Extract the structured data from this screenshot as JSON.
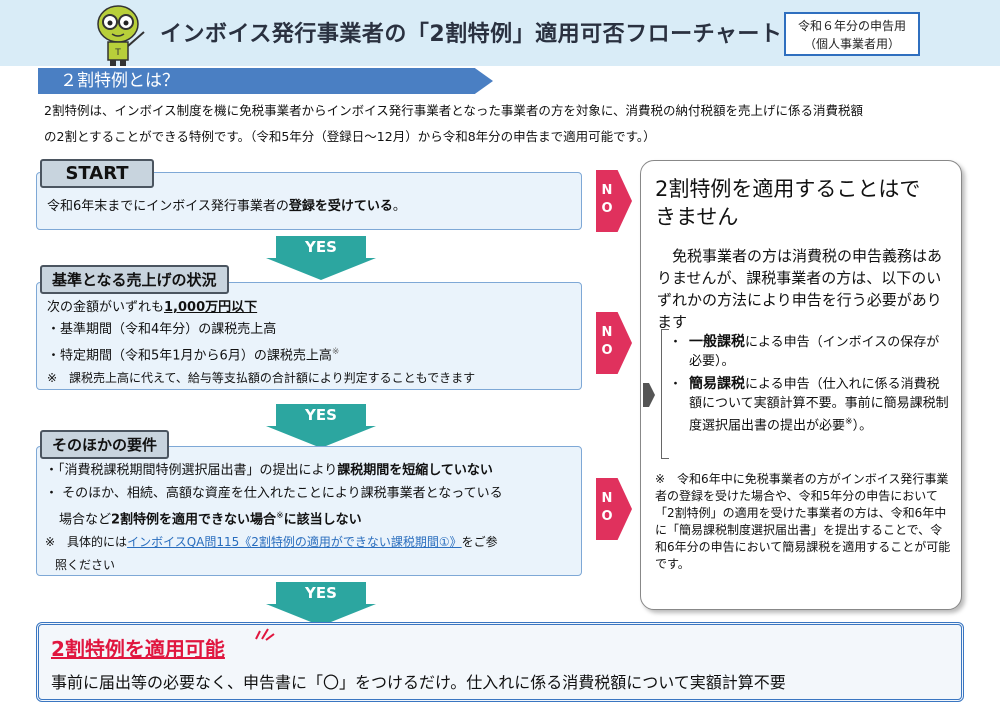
{
  "header": {
    "title": "インボイス発行事業者の「2割特例」適用可否フローチャート",
    "badge_line1": "令和６年分の申告用",
    "badge_line2": "（個人事業者用）"
  },
  "section": {
    "title": "２割特例とは？"
  },
  "intro": {
    "line1": "2割特例は、インボイス制度を機に免税事業者からインボイス発行事業者となった事業者の方を対象に、消費税の納付税額を売上げに係る消費税額",
    "line2": "の2割とすることができる特例です。（令和5年分（登録日～12月）から令和8年分の申告まで適用可能です。）"
  },
  "start": {
    "label": "START",
    "text_a": "令和6年末までにインボイス発行事業者の",
    "text_b": "登録を受けている",
    "text_c": "。"
  },
  "criteria": {
    "label": "基準となる売上げの状況",
    "line1_a": "次の金額がいずれも",
    "line1_b": "1,000万円以下",
    "line2": "・基準期間（令和4年分）の課税売上高",
    "line3_a": "・特定期間（令和5年1月から6月）の課税売上高",
    "line3_sup": "※",
    "line4": "※　課税売上高に代えて、給与等支払額の合計額により判定することもできます"
  },
  "other": {
    "label": "そのほかの要件",
    "line1_a": "・「消費税課税期間特例選択届出書」の提出により",
    "line1_b": "課税期間を短縮していない",
    "line2": "・ そのほか、相続、高額な資産を仕入れたことにより課税事業者となっている",
    "line3_a": "場合など",
    "line3_b": "2割特例を適用できない場合",
    "line3_c": "※",
    "line3_d": "に該当しない",
    "line4_a": "※　具体的には",
    "line4_link": "インボイスQA問115《2割特例の適用ができない課税期間①》",
    "line4_b": "をご参",
    "line5": "照ください"
  },
  "arrows": {
    "yes": "YES",
    "no_n": "N",
    "no_o": "O"
  },
  "result_no": {
    "title": "2割特例を適用することはできません",
    "body": "免税事業者の方は消費税の申告義務はありませんが、課税事業者の方は、以下のいずれかの方法により申告を行う必要があります",
    "item1_dot": "・",
    "item1_a": "一般課税",
    "item1_b": "による申告（インボイスの保存が必要）。",
    "item2_dot": "・",
    "item2_a": "簡易課税",
    "item2_b": "による申告（仕入れに係る消費税額について実額計算不要。事前に簡易課税制度選択届出書の提出が必要",
    "item2_sup": "※",
    "item2_c": "）。",
    "note": "※　令和6年中に免税事業者の方がインボイス発行事業者の登録を受けた場合や、令和5年分の申告において「2割特例」の適用を受けた事業者の方は、令和6年中に「簡易課税制度選択届出書」を提出することで、令和6年分の申告において簡易課税を適用することが可能です。"
  },
  "result_yes": {
    "title": "2割特例を適用可能",
    "subtitle": "事前に届出等の必要なく、申告書に「〇」をつけるだけ。仕入れに係る消費税額について実額計算不要"
  },
  "colors": {
    "yes_arrow": "#2ca6a0",
    "no_arrow": "#e0315d",
    "panel_bg": "#eaf3fb",
    "accent_blue": "#4a7fc3",
    "result_red": "#e0163f"
  }
}
